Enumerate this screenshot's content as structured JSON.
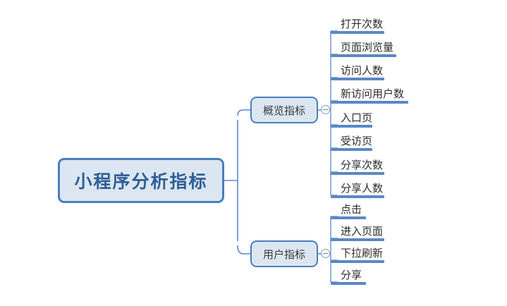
{
  "diagram": {
    "title": "小程序分析指标",
    "background_color": "#ffffff",
    "node_fill_color": "#dce6f1",
    "node_border_color": "#4a7ebc",
    "root_text_color": "#2e5f97",
    "connector_color": "#5b87c5",
    "root": {
      "label": "小程序分析指标"
    },
    "branches": [
      {
        "label": "概览指标",
        "toggle_icon": "collapse-minus-icon",
        "leaves": [
          {
            "label": "打开次数",
            "underline_width": 76
          },
          {
            "label": "页面浏览量",
            "underline_width": 93
          },
          {
            "label": "访问人数",
            "underline_width": 76
          },
          {
            "label": "新访问用户数",
            "underline_width": 110
          },
          {
            "label": "入口页",
            "underline_width": 59
          },
          {
            "label": "受访页",
            "underline_width": 59
          },
          {
            "label": "分享次数",
            "underline_width": 76
          },
          {
            "label": "分享人数",
            "underline_width": 76
          }
        ]
      },
      {
        "label": "用户指标",
        "toggle_icon": "collapse-minus-icon",
        "leaves": [
          {
            "label": "点击",
            "underline_width": 50
          },
          {
            "label": "进入页面",
            "underline_width": 76
          },
          {
            "label": "下拉刷新",
            "underline_width": 76
          },
          {
            "label": "分享",
            "underline_width": 50
          }
        ]
      }
    ]
  }
}
